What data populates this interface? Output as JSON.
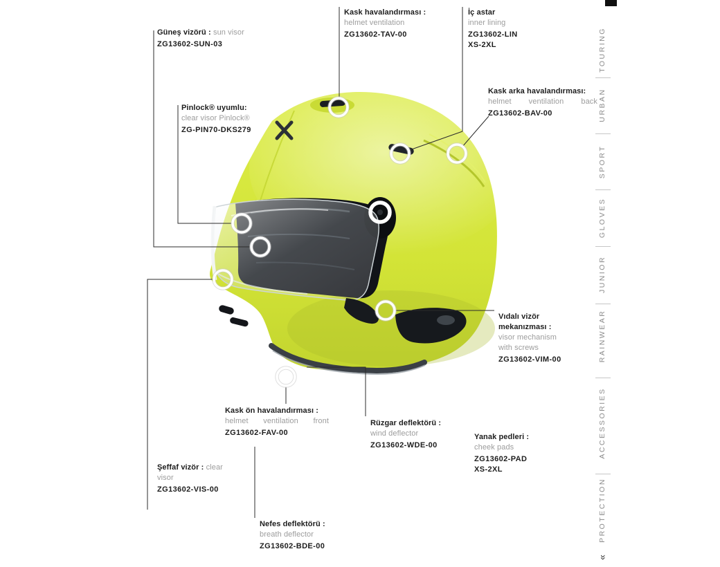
{
  "page": {
    "background": "#ffffff"
  },
  "colors": {
    "hi_viz_yellow": "#d6e73e",
    "label_text": "#1d1d1d",
    "label_muted": "#9c9c9c",
    "sidebar_text": "#8b8b8b"
  },
  "icons": {
    "corner_chevron": "»"
  },
  "sidebar": {
    "items": [
      {
        "label": "TOURING"
      },
      {
        "label": "URBAN"
      },
      {
        "label": "SPORT"
      },
      {
        "label": "GLOVES"
      },
      {
        "label": "JUNIOR"
      },
      {
        "label": "RAINWEAR"
      },
      {
        "label": "ACCESSORIES"
      },
      {
        "label": "PROTECTION"
      }
    ]
  },
  "callouts": [
    {
      "part": "sun-visor",
      "title": "Güneş vizörü :",
      "subtitle": "sun visor",
      "code": "ZG13602-SUN-03"
    },
    {
      "part": "helmet-ventilation",
      "title": "Kask havalandırması :",
      "subtitle": "helmet ventilation",
      "code": "ZG13602-TAV-00"
    },
    {
      "part": "inner-lining",
      "title": "İç astar",
      "subtitle": "inner lining",
      "code": "ZG13602-LIN",
      "size": "XS-2XL"
    },
    {
      "part": "rear-ventilation",
      "title": "Kask arka havalandırması:",
      "subtitle": "helmet ventilation back",
      "code": "ZG13602-BAV-00"
    },
    {
      "part": "pinlock",
      "title": "Pinlock® uyumlu:",
      "subtitle": "clear visor Pinlock®",
      "code": "ZG-PIN70-DKS279"
    },
    {
      "part": "visor-mechanism",
      "title": "Vıdalı vizör mekanızması :",
      "subtitle": "visor mechanism with screws",
      "code": "ZG13602-VIM-00"
    },
    {
      "part": "front-ventilation",
      "title": "Kask ön havalandırması :",
      "subtitle": "helmet ventilation front",
      "code": "ZG13602-FAV-00"
    },
    {
      "part": "wind-deflector",
      "title": "Rüzgar deflektörü :",
      "subtitle": "wind deflector",
      "code": "ZG13602-WDE-00"
    },
    {
      "part": "cheek-pads",
      "title": "Yanak pedleri :",
      "subtitle": "cheek pads",
      "code": "ZG13602-PAD",
      "size": "XS-2XL"
    },
    {
      "part": "clear-visor",
      "title": "Şeffaf vizör :",
      "subtitle": "clear visor",
      "code": "ZG13602-VIS-00"
    },
    {
      "part": "breath-deflector",
      "title": "Nefes deflektörü :",
      "subtitle": "breath deflector",
      "code": "ZG13602-BDE-00"
    }
  ]
}
